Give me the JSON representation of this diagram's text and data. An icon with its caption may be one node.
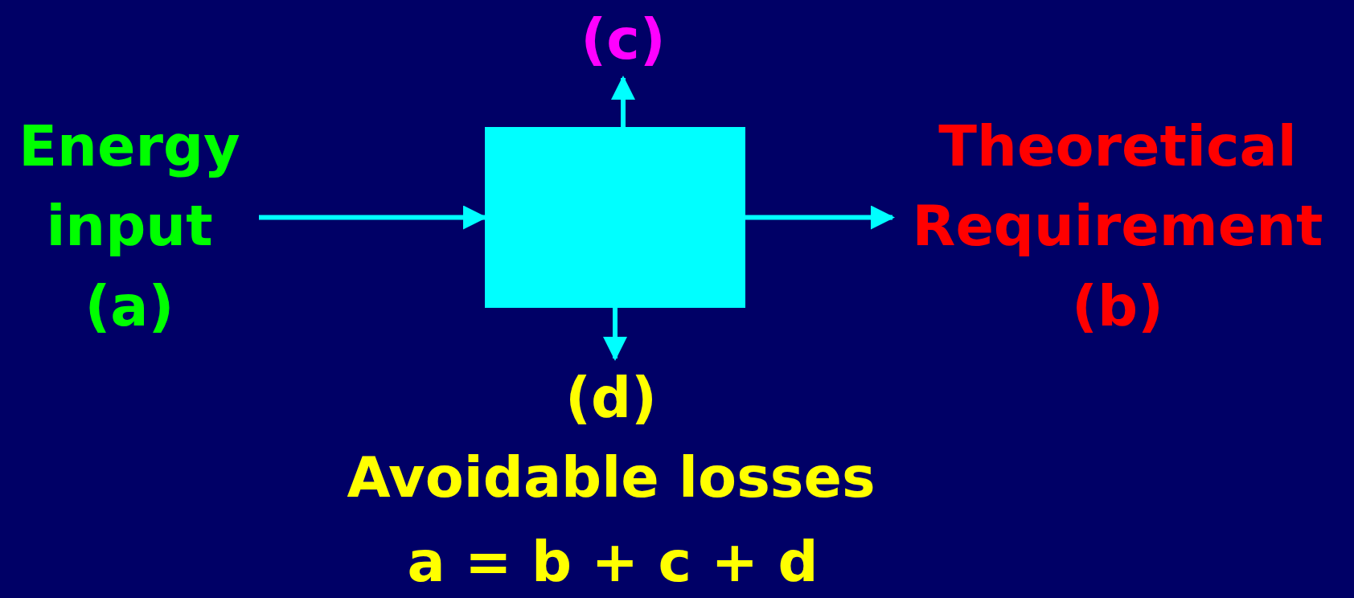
{
  "diagram": {
    "nodes": [
      {
        "text": [
          "(c)"
        ]
      },
      {
        "text": [
          "Energy input",
          "(a)"
        ]
      },
      {
        "text": [],
        "shape": "box"
      },
      {
        "text": [
          "Theoretical Requirement",
          "(b)"
        ]
      },
      {
        "text": [
          "(d)",
          "Avoidable losses"
        ]
      }
    ],
    "edges": [
      {
        "from": 1,
        "to": 2,
        "arrow": "to"
      },
      {
        "from": 2,
        "to": 3,
        "arrow": "to"
      },
      {
        "from": 2,
        "to": 0,
        "arrow": "to"
      },
      {
        "from": 2,
        "to": 4,
        "arrow": "to"
      }
    ],
    "labels": [
      "a = b + c + d"
    ]
  }
}
